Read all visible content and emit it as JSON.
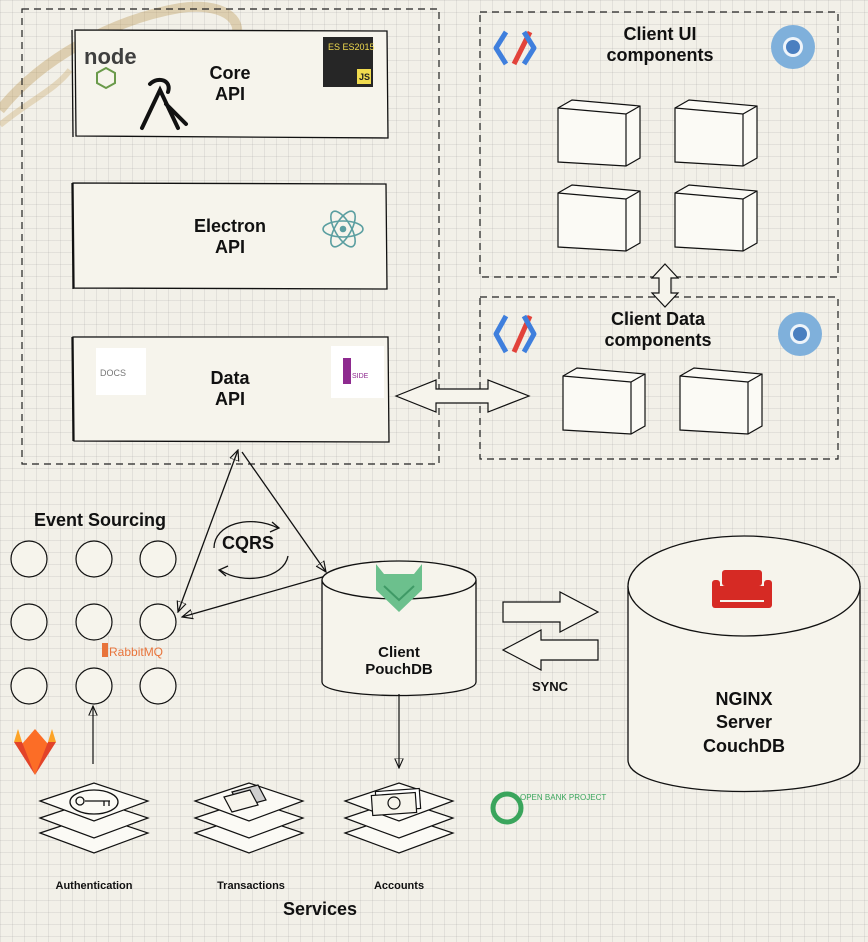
{
  "modules": {
    "core": {
      "line1": "Core",
      "line2": "API"
    },
    "electron": {
      "line1": "Electron",
      "line2": "API"
    },
    "data": {
      "line1": "Data",
      "line2": "API"
    }
  },
  "client_ui": {
    "line1": "Client UI",
    "line2": "components"
  },
  "client_data": {
    "line1": "Client Data",
    "line2": "components"
  },
  "event_sourcing": "Event Sourcing",
  "cqrs": "CQRS",
  "pouch": {
    "line1": "Client",
    "line2": "PouchDB"
  },
  "sync": "SYNC",
  "server": {
    "line1": "NGINX",
    "line2": "Server",
    "line3": "CouchDB"
  },
  "services_title": "Services",
  "services": [
    "Authentication",
    "Transactions",
    "Accounts"
  ],
  "logos": {
    "node": "node",
    "es": "ES ES2015",
    "es_js": "JS",
    "data_left": "DOCS",
    "data_right": "SIDE",
    "rabbit": "RabbitMQ",
    "openbank": "OPEN BANK PROJECT"
  },
  "colors": {
    "couch_red": "#d62a24",
    "pouch_green": "#6cc08d",
    "polymer_red": "#e2433b",
    "polymer_blue": "#3f7fdd",
    "gitlab_orange": "#e8743b"
  }
}
